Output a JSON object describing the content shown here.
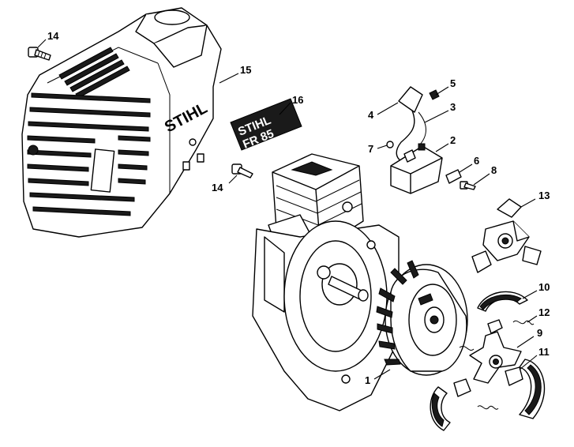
{
  "diagram": {
    "brand_text": "STIHL",
    "decal_line1": "STIHL",
    "decal_line2": "FR 85",
    "callouts": [
      {
        "id": "c14a",
        "label": "14"
      },
      {
        "id": "c15",
        "label": "15"
      },
      {
        "id": "c16",
        "label": "16"
      },
      {
        "id": "c14b",
        "label": "14"
      },
      {
        "id": "c5",
        "label": "5"
      },
      {
        "id": "c4",
        "label": "4"
      },
      {
        "id": "c3",
        "label": "3"
      },
      {
        "id": "c7",
        "label": "7"
      },
      {
        "id": "c2",
        "label": "2"
      },
      {
        "id": "c6",
        "label": "6"
      },
      {
        "id": "c8",
        "label": "8"
      },
      {
        "id": "c13",
        "label": "13"
      },
      {
        "id": "c10",
        "label": "10"
      },
      {
        "id": "c12",
        "label": "12"
      },
      {
        "id": "c9",
        "label": "9"
      },
      {
        "id": "c11",
        "label": "11"
      },
      {
        "id": "c1",
        "label": "1"
      }
    ]
  }
}
